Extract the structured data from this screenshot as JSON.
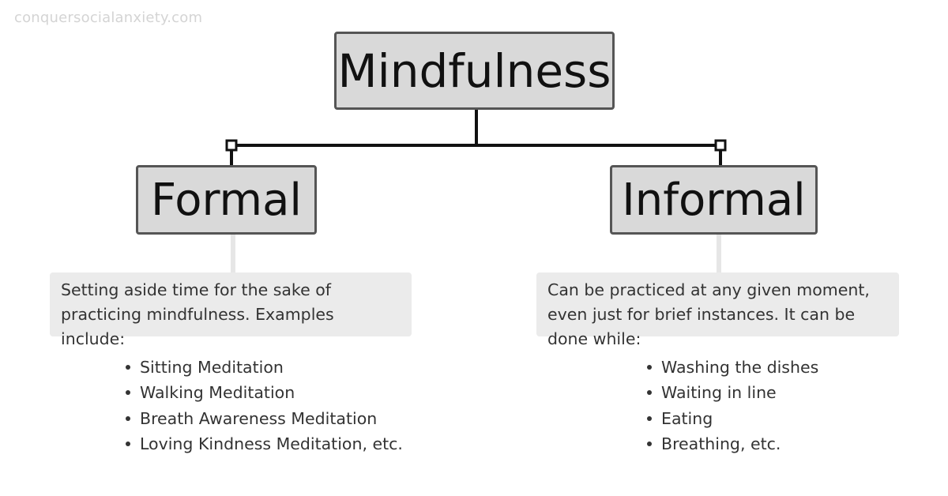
{
  "watermark": "conquersocialanxiety.com",
  "root": {
    "label": "Mindfulness"
  },
  "branches": [
    {
      "label": "Formal",
      "description": "Setting aside time for the sake of practicing mindfulness. Examples include:",
      "examples": [
        "Sitting Meditation",
        "Walking Meditation",
        "Breath Awareness Meditation",
        "Loving Kindness Meditation, etc."
      ]
    },
    {
      "label": "Informal",
      "description": "Can be practiced at any given moment, even just for brief instances. It can be done while:",
      "examples": [
        "Washing the dishes",
        "Waiting in line",
        "Eating",
        "Breathing, etc."
      ]
    }
  ],
  "colors": {
    "node_fill": "#d9d9d9",
    "node_border": "#555555",
    "connector": "#111111",
    "description_fill": "#ebebeb",
    "stem": "#e6e6e6",
    "text": "#333333",
    "watermark": "#d4d4d4"
  }
}
